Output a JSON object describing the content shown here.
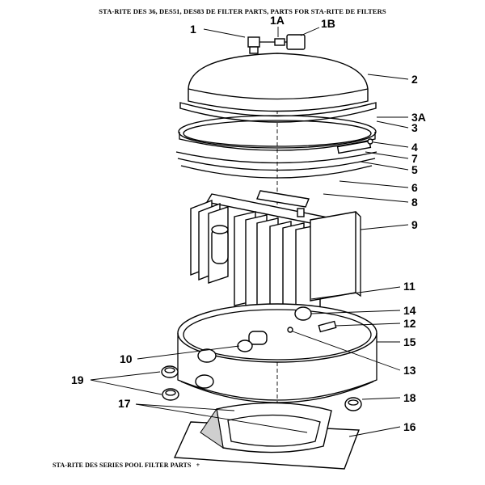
{
  "header": {
    "title": "STA-RITE DES 36, DES51, DES83 DE FILTER PARTS, PARTS FOR STA-RITE DE FILTERS"
  },
  "footer": {
    "caption": "STA-RITE DES SERIES POOL FILTER PARTS",
    "symbol": "+"
  },
  "callouts": {
    "c1": "1",
    "c1A": "1A",
    "c1B": "1B",
    "c2": "2",
    "c3A": "3A",
    "c3": "3",
    "c4": "4",
    "c7": "7",
    "c5": "5",
    "c6": "6",
    "c8": "8",
    "c9": "9",
    "c11": "11",
    "c14": "14",
    "c12": "12",
    "c10": "10",
    "c15": "15",
    "c13": "13",
    "c19": "19",
    "c17": "17",
    "c18": "18",
    "c16": "16"
  },
  "colors": {
    "ink": "#000000",
    "paper": "#ffffff",
    "shade": "#cfcfcf"
  }
}
